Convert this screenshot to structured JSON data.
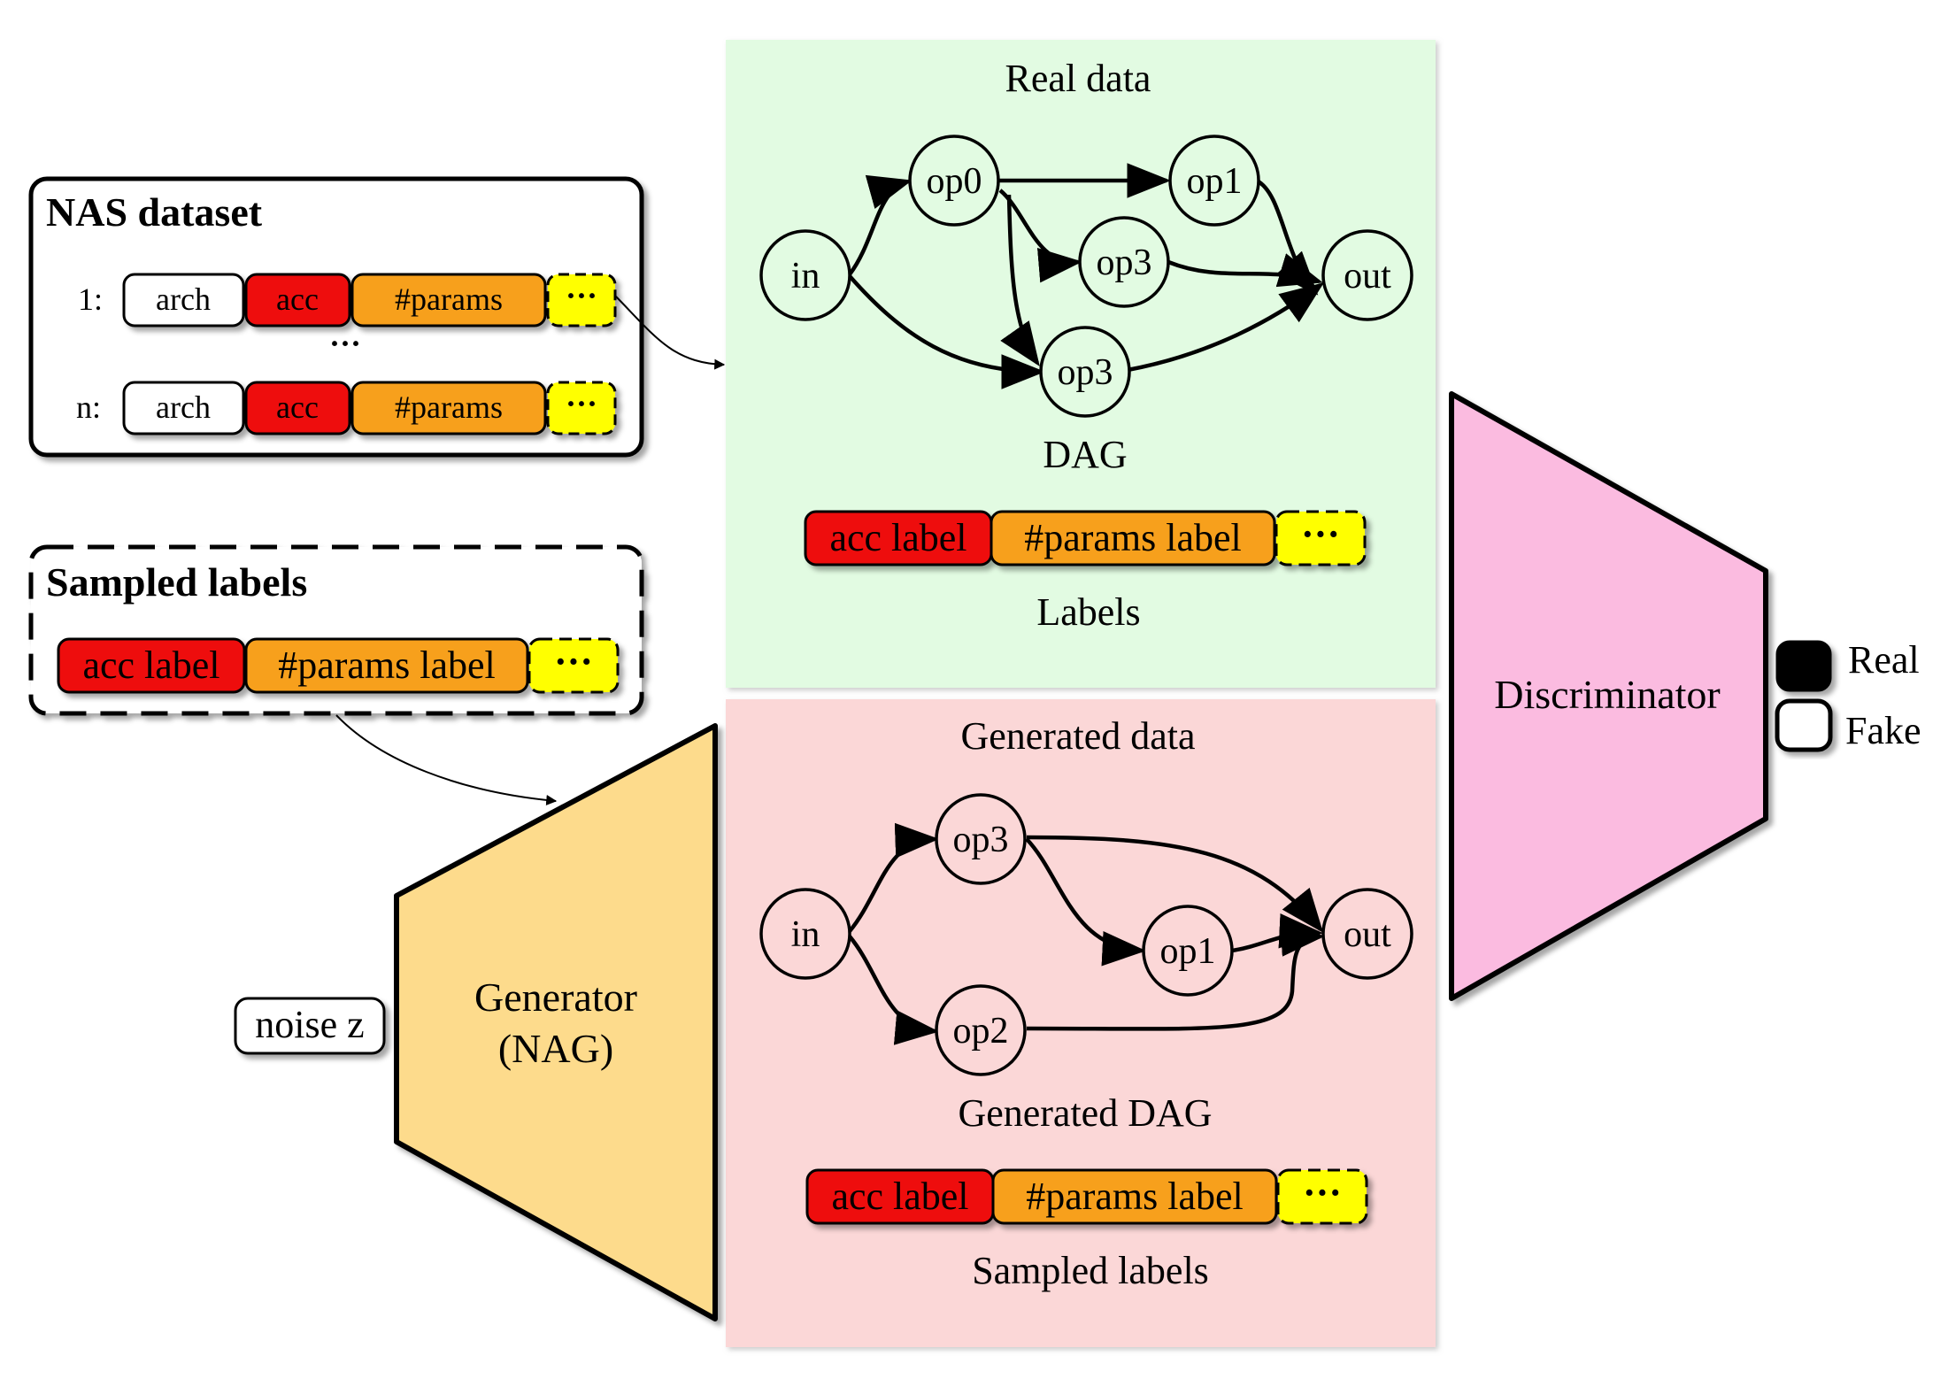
{
  "nas_dataset": {
    "title": "NAS dataset",
    "rows": [
      {
        "index": "1:",
        "cells": [
          "arch",
          "acc",
          "#params",
          "···"
        ]
      },
      {
        "index": "n:",
        "cells": [
          "arch",
          "acc",
          "#params",
          "···"
        ]
      }
    ],
    "ellipsis": "···"
  },
  "sampled_labels_box": {
    "title": "Sampled labels",
    "labels": [
      "acc label",
      "#params label",
      "···"
    ]
  },
  "noise": {
    "label": "noise z"
  },
  "generator": {
    "line1": "Generator",
    "line2": "(NAG)"
  },
  "discriminator": {
    "label": "Discriminator"
  },
  "outputs": {
    "real": "Real",
    "fake": "Fake"
  },
  "real_panel": {
    "title": "Real data",
    "dag_caption": "DAG",
    "nodes": {
      "in": "in",
      "op0": "op0",
      "op1": "op1",
      "op3a": "op3",
      "op3b": "op3",
      "out": "out"
    },
    "labels": [
      "acc label",
      "#params label",
      "···"
    ],
    "labels_caption": "Labels"
  },
  "generated_panel": {
    "title": "Generated data",
    "dag_caption": "Generated DAG",
    "nodes": {
      "in": "in",
      "op3": "op3",
      "op1": "op1",
      "op2": "op2",
      "out": "out"
    },
    "labels": [
      "acc label",
      "#params label",
      "···"
    ],
    "labels_caption": "Sampled labels"
  },
  "colors": {
    "acc": "#ee1111",
    "params": "#f7a01f",
    "more": "#ffff00",
    "real_bg": "#e2fbe2",
    "generated_bg": "#fbd7d7",
    "generator": "#fddb8c",
    "discriminator": "#fbbbe0"
  }
}
